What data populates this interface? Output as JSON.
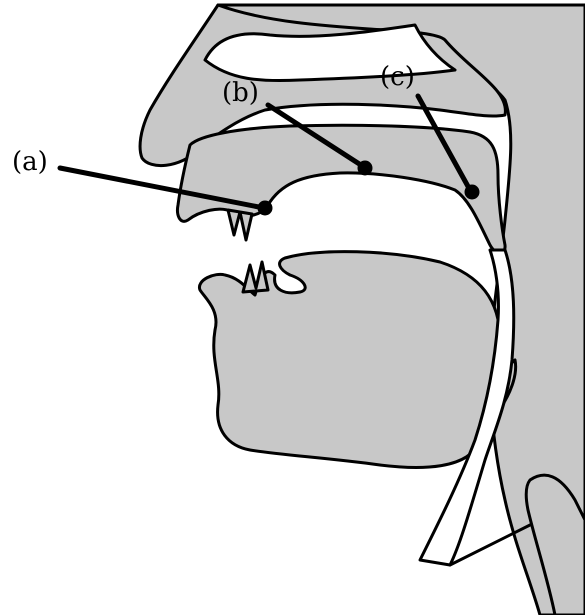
{
  "labels": {
    "a": "(a)",
    "b": "(b)",
    "c": "(c)"
  },
  "colors": {
    "tissue": "#c8c8c8",
    "outline": "#000000",
    "background": "#ffffff"
  }
}
